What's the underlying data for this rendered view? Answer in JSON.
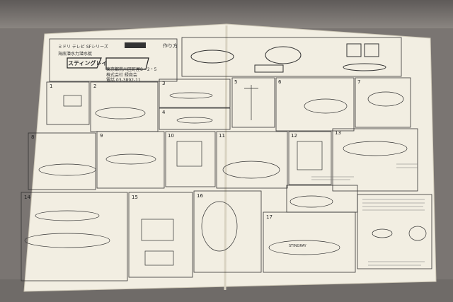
{
  "header": {
    "series": "ミドリ テレビ SFシリーズ",
    "subtitle": "海底潜水力潜水艇",
    "logo_line1": "スティングレイ",
    "maker_line": "株式会社 緑商会",
    "address": "東京都荒川区町屋8・2・5",
    "phone": "電話 03-3892-11",
    "howto": "作り方"
  },
  "steps": [
    "1",
    "2",
    "3",
    "4",
    "5",
    "6",
    "7",
    "8",
    "9",
    "10",
    "11",
    "12",
    "13",
    "14",
    "15",
    "16",
    "17"
  ],
  "labels": {
    "stingray": "STINGRAY"
  },
  "colors": {
    "paper": "#f2eee2",
    "ink": "#2a2a2a",
    "table": "#7a7572"
  }
}
